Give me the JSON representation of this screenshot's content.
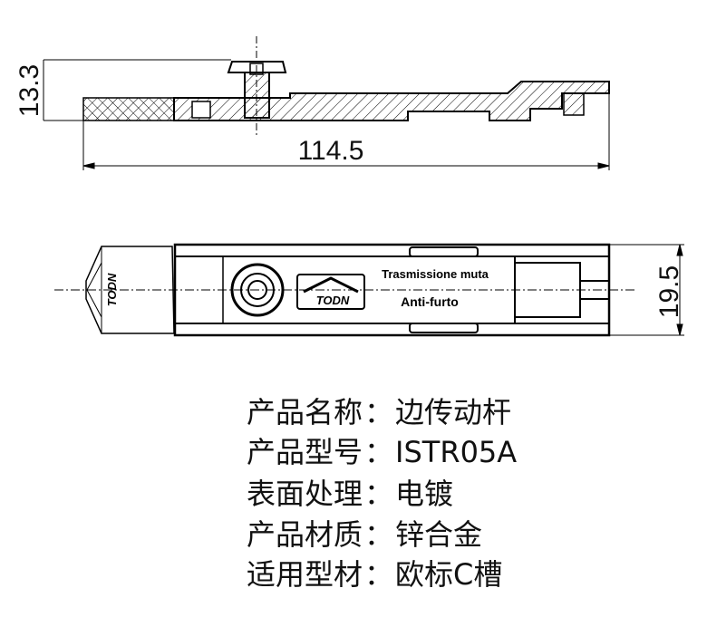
{
  "drawing": {
    "side_view": {
      "height_dim": "13.3",
      "length_dim": "114.5"
    },
    "top_view": {
      "width_dim": "19.5",
      "label_line1": "Trasmissione muta",
      "label_line2": "Anti-furto",
      "brand_logo": "TODN",
      "cap_brand": "TODN"
    }
  },
  "specs": [
    {
      "label": "产品名称",
      "sep": "：",
      "value": "边传动杆"
    },
    {
      "label": "产品型号",
      "sep": "：",
      "value": "ISTR05A"
    },
    {
      "label": "表面处理",
      "sep": "：",
      "value": "电镀"
    },
    {
      "label": "产品材质",
      "sep": "：",
      "value": "锌合金"
    },
    {
      "label": "适用型材",
      "sep": "：",
      "value": "欧标C槽"
    }
  ]
}
